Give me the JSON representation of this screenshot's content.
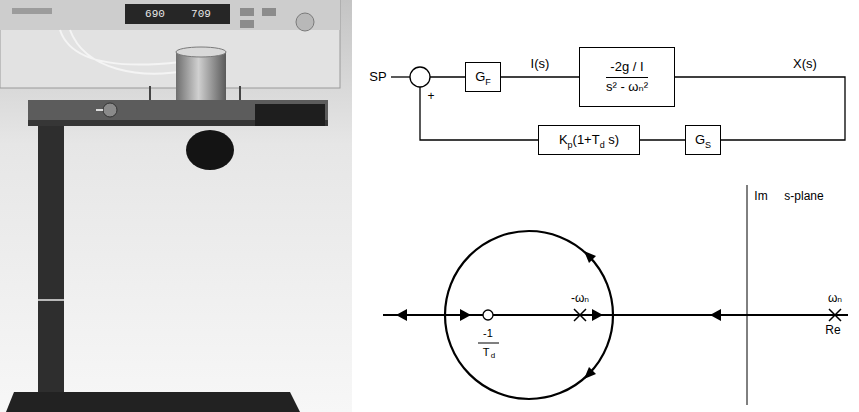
{
  "diagram": {
    "nodes": [
      {
        "text": [
          "G",
          "F"
        ]
      },
      {
        "text": [
          "-2g / I",
          "s² - ωₙ²"
        ]
      },
      {
        "text": [
          "K",
          "p",
          "(1+T",
          "d",
          " s)"
        ]
      },
      {
        "text": [
          "G",
          "S"
        ]
      }
    ],
    "edges": [
      {
        "from": 0,
        "to": 1,
        "arrow": "none",
        "label": "I(s)"
      },
      {
        "from": 1,
        "to": 3,
        "arrow": "none"
      },
      {
        "from": 3,
        "to": 2,
        "arrow": "none"
      }
    ],
    "labels": [
      "690",
      "709",
      "SP",
      "+",
      "X(s)",
      "Im",
      "s-plane",
      "Re",
      "-1",
      "T",
      "d",
      "-ωₙ",
      "ωₙ"
    ]
  }
}
